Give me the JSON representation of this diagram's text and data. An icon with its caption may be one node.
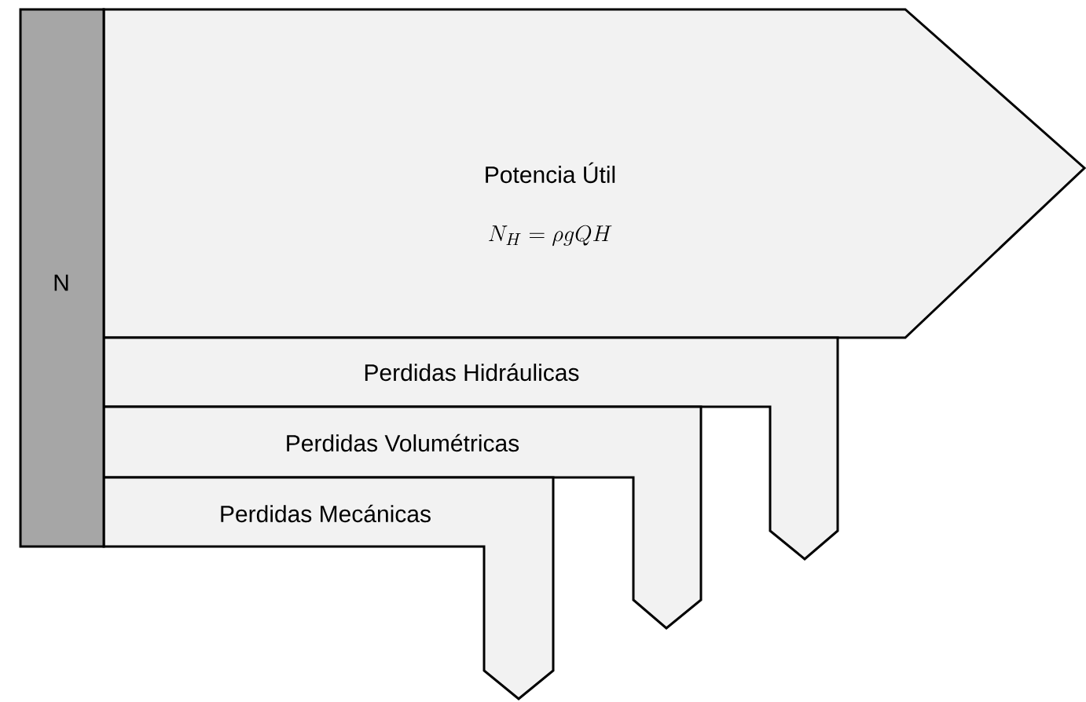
{
  "diagram": {
    "nodes": [
      {
        "text": [
          "N"
        ]
      },
      {
        "text": [
          "Potencia Útil",
          "N_{H} = \\rho g Q H"
        ]
      },
      {
        "text": [
          "Perdidas Hidráulicas"
        ]
      },
      {
        "text": [
          "Perdidas Volumétricas"
        ]
      },
      {
        "text": [
          "Perdidas Mecánicas"
        ]
      }
    ]
  }
}
